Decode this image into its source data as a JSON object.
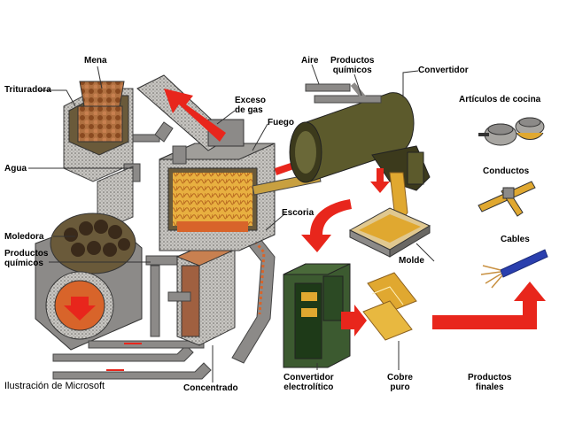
{
  "labels": {
    "mena": "Mena",
    "trituradora": "Trituradora",
    "agua": "Agua",
    "moledora": "Moledora",
    "productos_quimicos_1": "Productos",
    "productos_quimicos_2": "químicos",
    "exceso_gas_1": "Exceso",
    "exceso_gas_2": "de gas",
    "fuego": "Fuego",
    "escoria": "Escoria",
    "aire": "Aire",
    "productos_quimicos_top_1": "Productos",
    "productos_quimicos_top_2": "químicos",
    "convertidor": "Convertidor",
    "molde": "Molde",
    "concentrado": "Concentrado",
    "convertidor_electrolitico_1": "Convertidor",
    "convertidor_electrolitico_2": "electrolítico",
    "cobre_puro_1": "Cobre",
    "cobre_puro_2": "puro",
    "productos_finales_1": "Productos",
    "productos_finales_2": "finales",
    "articulos_cocina": "Artículos de cocina",
    "conductos": "Conductos",
    "cables": "Cables"
  },
  "credit": "Ilustración de Microsoft",
  "colors": {
    "arrow_red": "#e8261c",
    "machine_olive": "#5c5a2c",
    "pipe_gray": "#8c8a88",
    "copper_gold": "#e0a830",
    "ore_brown": "#8a4a20",
    "slag_orange": "#d8642a",
    "cable_blue": "#2a3fae"
  }
}
